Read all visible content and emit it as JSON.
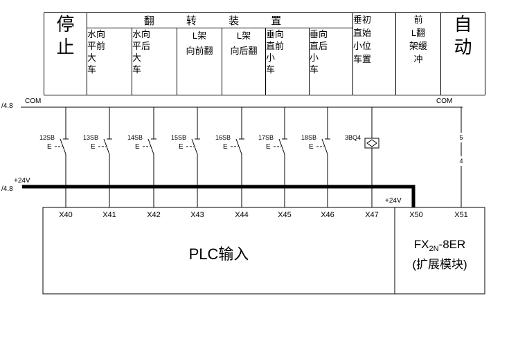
{
  "table": {
    "stop": "停\n止",
    "flip_header": "翻 转 装 置",
    "cells": [
      {
        "text": "水向\n平前\n大\n车"
      },
      {
        "text": "水向\n平后\n大\n车"
      },
      {
        "text": "L架\n向前翻"
      },
      {
        "text": "L架\n向后翻"
      },
      {
        "text": "垂向\n直前\n小\n车"
      },
      {
        "text": "垂向\n直后\n小\n车"
      }
    ],
    "init_pos": "垂初\n直始\n小位\n车置",
    "buffer": "前\nL翻\n架缓\n冲",
    "auto": "自\n动"
  },
  "rails": {
    "com_left": "COM",
    "com_right": "COM",
    "ref_com": "/4.8",
    "ref_24v": "/4.8",
    "v24_left": "+24V",
    "v24_right": "+24V"
  },
  "switches": [
    {
      "label": "12SB",
      "terminal": "X40"
    },
    {
      "label": "13SB",
      "terminal": "X41"
    },
    {
      "label": "14SB",
      "terminal": "X42"
    },
    {
      "label": "15SB",
      "terminal": "X43"
    },
    {
      "label": "16SB",
      "terminal": "X44"
    },
    {
      "label": "17SB",
      "terminal": "X45"
    },
    {
      "label": "18SB",
      "terminal": "X46"
    },
    {
      "label": "3BQ4",
      "terminal": "X47"
    }
  ],
  "pins": [
    "5",
    "4"
  ],
  "terminals": [
    "X40",
    "X41",
    "X42",
    "X43",
    "X44",
    "X45",
    "X46",
    "X47",
    "X50",
    "X51"
  ],
  "plc_box": {
    "label": "PLC输入"
  },
  "fx_box": {
    "prefix": "FX",
    "sub": "2N",
    "suffix": "-8ER",
    "line2": "(扩展模块)"
  },
  "symbols": {
    "pushbutton_operator": "E"
  }
}
